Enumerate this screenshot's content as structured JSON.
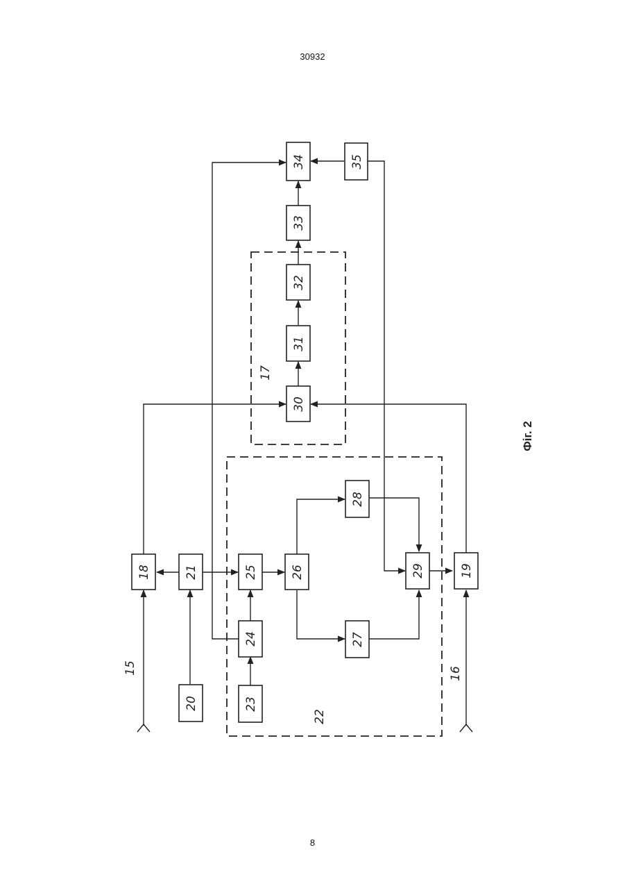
{
  "document_number": "30932",
  "page_number": "8",
  "figure_caption": "Фіг. 2",
  "blocks": [
    "18",
    "19",
    "20",
    "21",
    "23",
    "24",
    "25",
    "26",
    "27",
    "28",
    "29",
    "30",
    "31",
    "32",
    "33",
    "34",
    "35"
  ],
  "group_labels": [
    "17",
    "22"
  ],
  "input_labels": [
    "15",
    "16"
  ]
}
